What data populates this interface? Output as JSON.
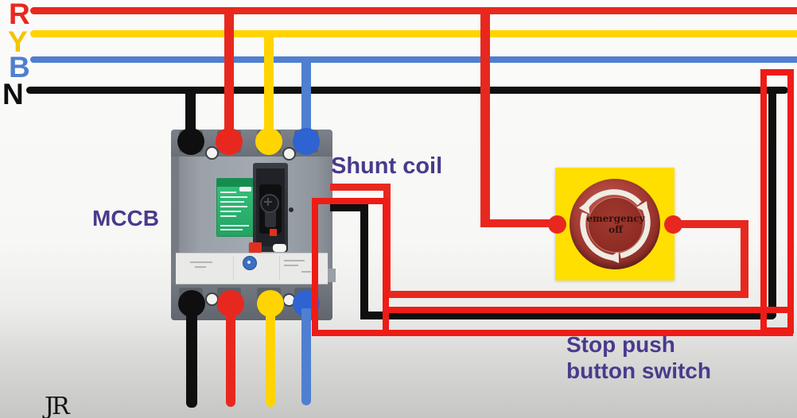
{
  "colors": {
    "wire-red": "#e8281e",
    "wire-yellow": "#ffd400",
    "wire-blue": "#4f7fd0",
    "wire-black": "#0f0f0f",
    "letter-yellow": "#f2c500",
    "label-purple": "#4a3a8c",
    "highlight-red": "#ee1c16",
    "button-yellow": "#ffdf00"
  },
  "bus": {
    "letters": [
      {
        "label": "R"
      },
      {
        "label": "Y"
      },
      {
        "label": "B"
      },
      {
        "label": "N"
      }
    ]
  },
  "labels": {
    "mccb": "MCCB",
    "shunt_coil": "Shunt coil",
    "stop_push_line1": "Stop push",
    "stop_push_line2": "button switch"
  },
  "emergency_button": {
    "line1": "emergency",
    "line2": "off"
  },
  "logo_text": "JR"
}
